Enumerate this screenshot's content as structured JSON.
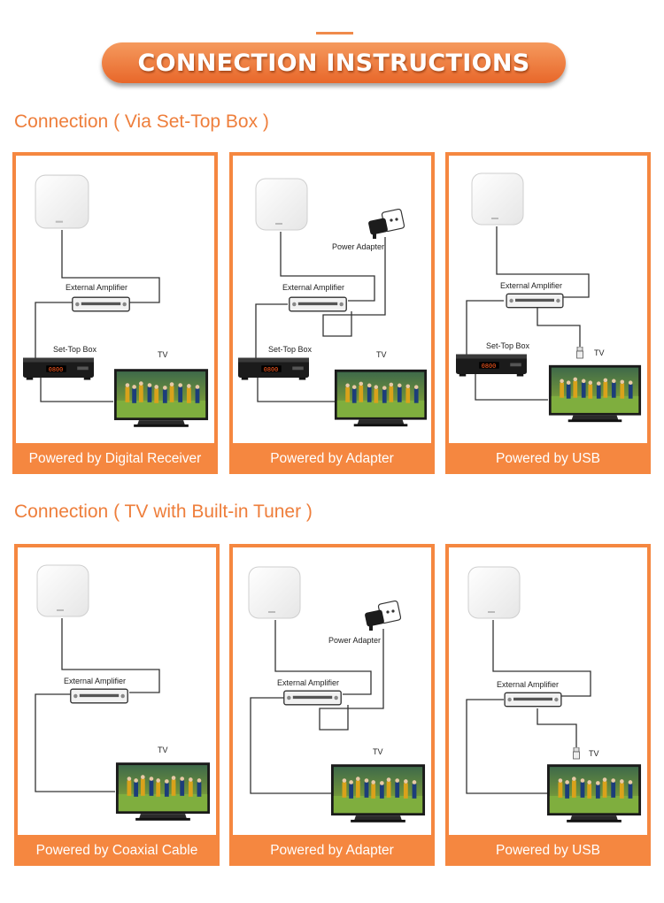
{
  "header": {
    "title": "CONNECTION INSTRUCTIONS"
  },
  "sections": [
    {
      "title": "Connection ( Via Set-Top Box )",
      "cards": [
        {
          "caption": "Powered by Digital Receiver"
        },
        {
          "caption": "Powered by Adapter"
        },
        {
          "caption": "Powered by USB"
        }
      ]
    },
    {
      "title": "Connection ( TV with Built-in Tuner )",
      "cards": [
        {
          "caption": "Powered by Coaxial Cable"
        },
        {
          "caption": "Powered by Adapter"
        },
        {
          "caption": "Powered by USB"
        }
      ]
    }
  ],
  "labels": {
    "amplifier": "External Amplifier",
    "set_top_box": "Set-Top Box",
    "tv": "TV",
    "power_adapter": "Power Adapter",
    "stb_display": "0800"
  },
  "colors": {
    "accent": "#f58740",
    "title": "#ee7e3b"
  }
}
